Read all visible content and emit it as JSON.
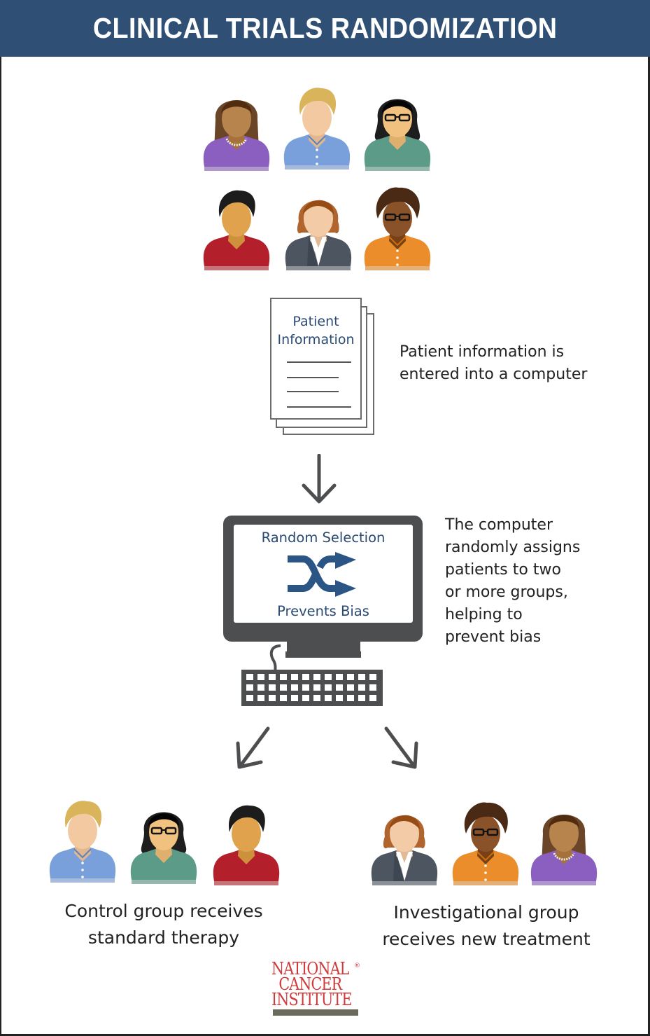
{
  "header": {
    "title": "CLINICAL TRIALS RANDOMIZATION"
  },
  "colors": {
    "header_bg": "#2f5074",
    "accent_blue": "#2a4a72",
    "icon_gray": "#4d4e50",
    "logo_red": "#d03a3a"
  },
  "people": {
    "p1": {
      "desc": "woman, long brown hair, pearl necklace",
      "skin": "#b8844e",
      "hair": "#6a4528",
      "shirt": "#8b5fc0",
      "style": "long",
      "accessory": "necklace"
    },
    "p2": {
      "desc": "man, blond hair, blue button shirt",
      "skin": "#f3c9a2",
      "hair": "#d9b45a",
      "shirt": "#7aa0dc",
      "style": "short-blond",
      "accessory": "buttons"
    },
    "p3": {
      "desc": "woman, black bob hair, glasses, teal top",
      "skin": "#f1c27f",
      "hair": "#1e1e1e",
      "shirt": "#5c9b88",
      "style": "bob",
      "accessory": "glasses"
    },
    "p4": {
      "desc": "man, dark hair, red shirt",
      "skin": "#e0a24c",
      "hair": "#1c1c1c",
      "shirt": "#b3202b",
      "style": "short-dark",
      "accessory": "none"
    },
    "p5": {
      "desc": "woman, auburn hair, gray suit",
      "skin": "#f3cba6",
      "hair": "#b0652f",
      "shirt": "#4c5560",
      "style": "auburn",
      "accessory": "suit"
    },
    "p6": {
      "desc": "person, curly hair, glasses, orange shirt",
      "skin": "#8a5228",
      "hair": "#4a2a14",
      "shirt": "#eb8d2a",
      "style": "curly",
      "accessory": "glasses-buttons"
    }
  },
  "top_group": [
    "p1",
    "p2",
    "p3",
    "p4",
    "p5",
    "p6"
  ],
  "control_group": [
    "p2",
    "p3",
    "p4"
  ],
  "investigational_group": [
    "p5",
    "p6",
    "p1"
  ],
  "document": {
    "title_line1": "Patient",
    "title_line2": "Information"
  },
  "captions": {
    "patient_info": [
      "Patient information is",
      "entered into a computer"
    ],
    "computer": [
      "The computer",
      "randomly assigns",
      "patients to two",
      "or more groups,",
      "helping to",
      "prevent bias"
    ],
    "control": [
      "Control group receives",
      "standard therapy"
    ],
    "investigational": [
      "Investigational group",
      "receives new treatment"
    ]
  },
  "screen": {
    "line1": "Random Selection",
    "line2": "Prevents Bias",
    "icon": "shuffle-icon"
  },
  "logo": {
    "lines": [
      "NATIONAL",
      "CANCER",
      "INSTITUTE"
    ],
    "mark": "®"
  }
}
